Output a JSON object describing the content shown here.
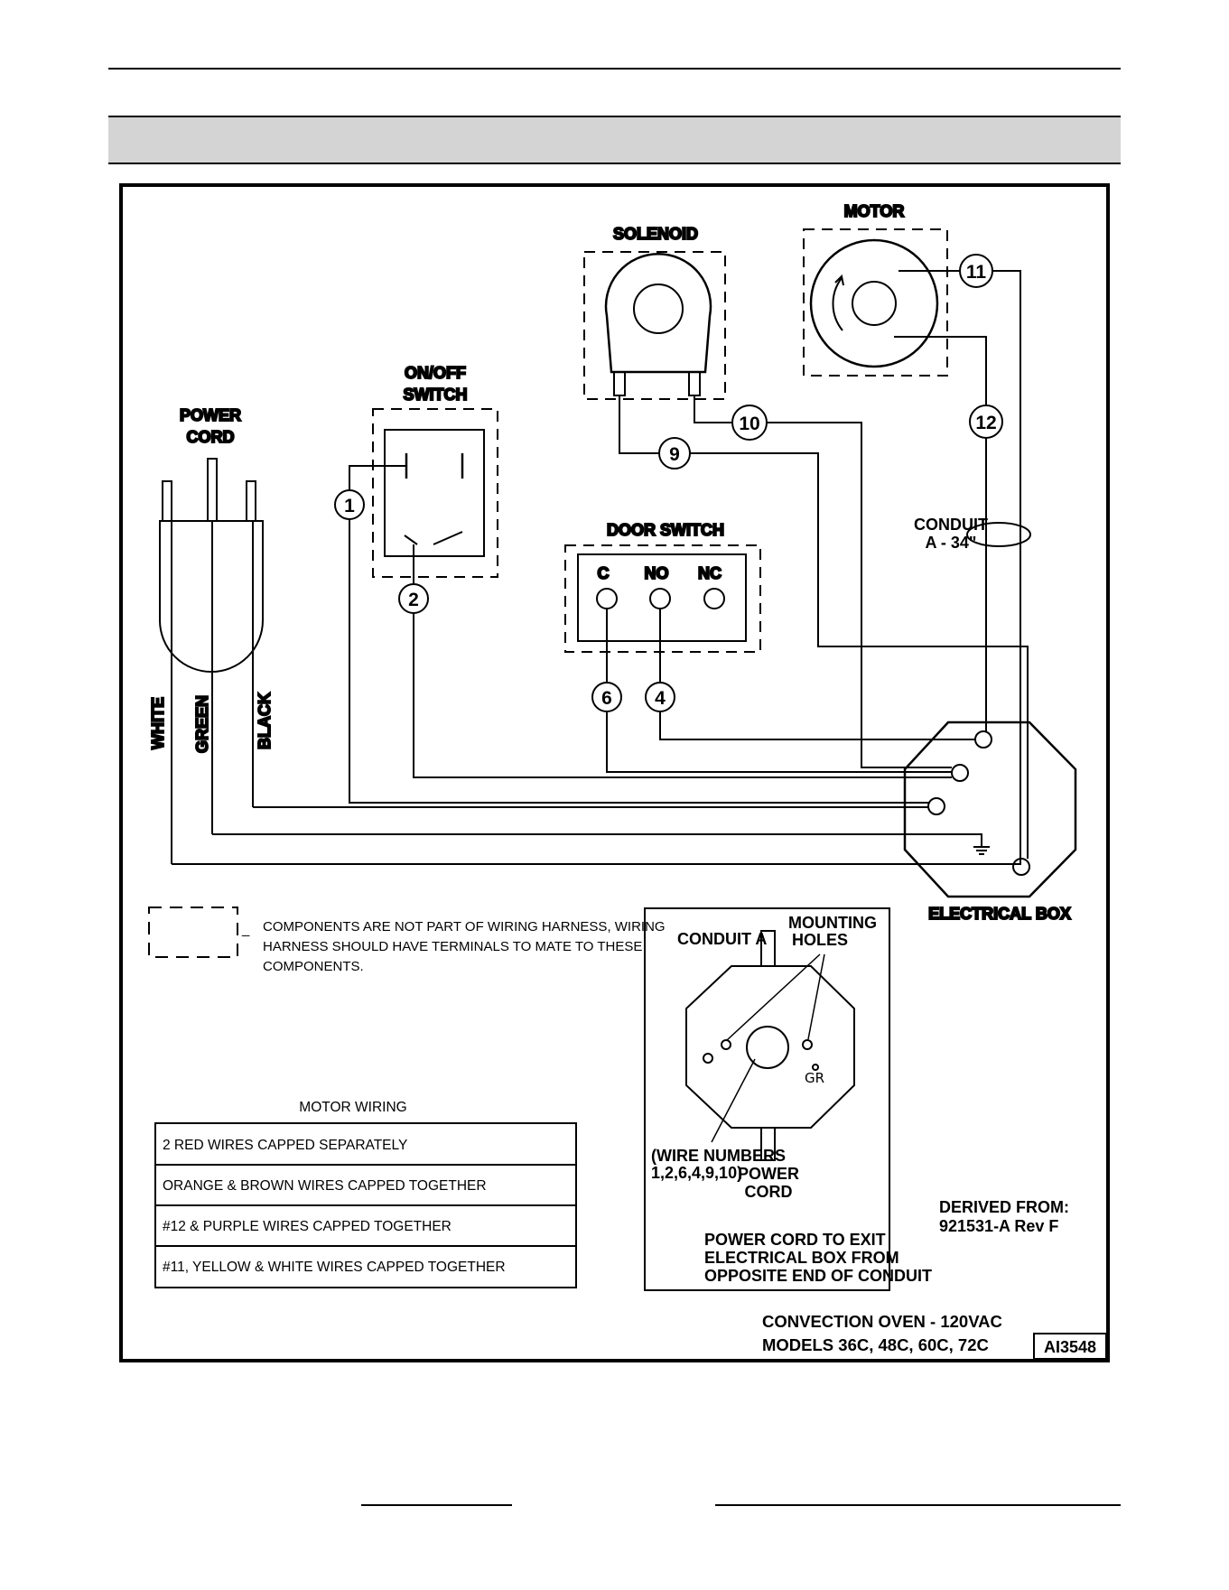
{
  "labels": {
    "power_cord": [
      "POWER",
      "CORD"
    ],
    "on_off_switch": [
      "ON/OFF",
      "SWITCH"
    ],
    "solenoid": "SOLENOID",
    "motor": "MOTOR",
    "door_switch": "DOOR SWITCH",
    "door_terminals": [
      "C",
      "NO",
      "NC"
    ],
    "conduit": [
      "CONDUIT",
      "A - 34\""
    ],
    "electrical_box": "ELECTRICAL BOX",
    "wire_colors": [
      "WHITE",
      "GREEN",
      "BLACK"
    ]
  },
  "wire_numbers": [
    "1",
    "2",
    "4",
    "6",
    "9",
    "10",
    "11",
    "12"
  ],
  "legend_note": [
    "_",
    "COMPONENTS ARE NOT PART OF WIRING HARNESS, WIRING",
    "HARNESS SHOULD HAVE TERMINALS TO MATE TO THESE",
    "COMPONENTS."
  ],
  "motor_wiring": {
    "title": "MOTOR WIRING",
    "rows": [
      "2 RED WIRES CAPPED SEPARATELY",
      "ORANGE & BROWN WIRES CAPPED TOGETHER",
      "#12 & PURPLE WIRES CAPPED TOGETHER",
      "#11, YELLOW & WHITE WIRES CAPPED TOGETHER"
    ]
  },
  "box_detail": {
    "conduit_a": "CONDUIT A",
    "mounting_holes": [
      "MOUNTING",
      "HOLES"
    ],
    "gr": "GR",
    "wire_numbers_note": [
      "(WIRE NUMBERS",
      "1,2,6,4,9,10)"
    ],
    "power_cord": [
      "POWER",
      "CORD"
    ],
    "exit_note": [
      "POWER CORD TO EXIT",
      "ELECTRICAL BOX FROM",
      "OPPOSITE END OF CONDUIT"
    ]
  },
  "derived_from": [
    "DERIVED FROM:",
    "921531-A  Rev F"
  ],
  "title_block": [
    "CONVECTION OVEN - 120VAC",
    "MODELS 36C, 48C, 60C, 72C"
  ],
  "drawing_id": "AI3548"
}
